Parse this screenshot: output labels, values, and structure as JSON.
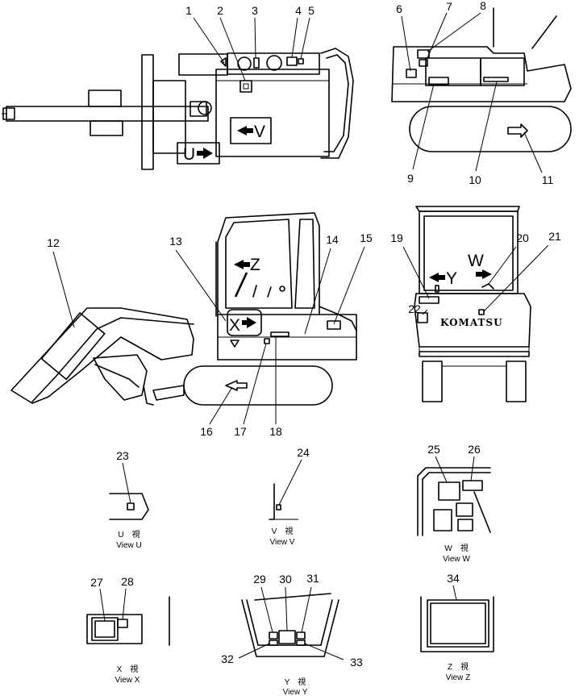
{
  "callouts": [
    "1",
    "2",
    "3",
    "4",
    "5",
    "6",
    "7",
    "8",
    "9",
    "10",
    "11",
    "12",
    "13",
    "14",
    "15",
    "16",
    "17",
    "18",
    "19",
    "20",
    "21",
    "22",
    "23",
    "24",
    "25",
    "26",
    "27",
    "28",
    "29",
    "30",
    "31",
    "32",
    "33",
    "34"
  ],
  "view_letters": {
    "u": "U",
    "v": "V",
    "x": "X",
    "z": "Z",
    "y": "Y",
    "w": "W"
  },
  "brand": "KOMATSU",
  "views": [
    {
      "jp": "U　視",
      "en": "View  U"
    },
    {
      "jp": "V　視",
      "en": "View  V"
    },
    {
      "jp": "W　視",
      "en": "View  W"
    },
    {
      "jp": "X　視",
      "en": "View  X"
    },
    {
      "jp": "Y　視",
      "en": "View  Y"
    },
    {
      "jp": "Z　視",
      "en": "View  Z"
    }
  ]
}
